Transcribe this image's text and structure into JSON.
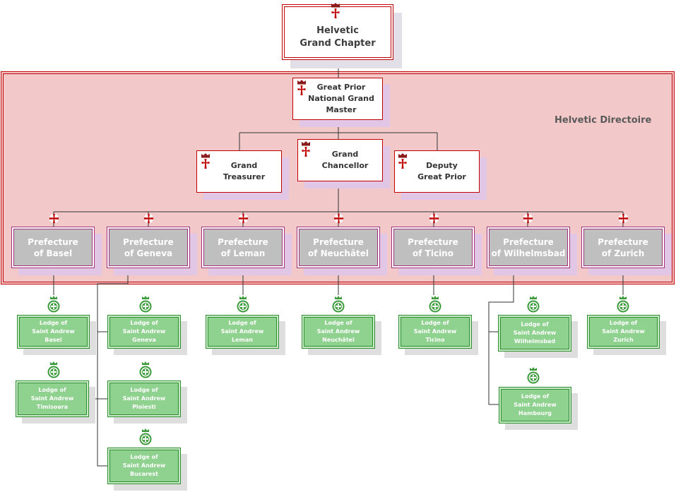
{
  "directoire": {
    "label": "Helvetic Directoire"
  },
  "chapter": {
    "line1": "Helvetic",
    "line2": "Grand Chapter"
  },
  "great_prior": {
    "line1": "Great Prior",
    "line2": "National Grand Master"
  },
  "officers": [
    {
      "line1": "Grand",
      "line2": "Treasurer"
    },
    {
      "line1": "Grand",
      "line2": "Chancellor"
    },
    {
      "line1": "Deputy",
      "line2": "Great Prior"
    }
  ],
  "prefectures": [
    {
      "line1": "Prefecture",
      "line2": "of Basel"
    },
    {
      "line1": "Prefecture",
      "line2": "of Geneva"
    },
    {
      "line1": "Prefecture",
      "line2": "of Leman"
    },
    {
      "line1": "Prefecture",
      "line2": "of Neuchâtel"
    },
    {
      "line1": "Prefecture",
      "line2": "of Ticino"
    },
    {
      "line1": "Prefecture",
      "line2": "of Wilhelmsbad"
    },
    {
      "line1": "Prefecture",
      "line2": "of Zurich"
    }
  ],
  "lodges": [
    {
      "l1": "Lodge of",
      "l2": "Saint Andrew",
      "l3": "Basel"
    },
    {
      "l1": "Lodge of",
      "l2": "Saint Andrew",
      "l3": "Timisoara"
    },
    {
      "l1": "Lodge of",
      "l2": "Saint Andrew",
      "l3": "Geneva"
    },
    {
      "l1": "Lodge of",
      "l2": "Saint Andrew",
      "l3": "Ploiesti"
    },
    {
      "l1": "Lodge of",
      "l2": "Saint Andrew",
      "l3": "Bucarest"
    },
    {
      "l1": "Lodge of",
      "l2": "Saint Andrew",
      "l3": "Leman"
    },
    {
      "l1": "Lodge of",
      "l2": "Saint Andrew",
      "l3": "Neuchâtel"
    },
    {
      "l1": "Lodge of",
      "l2": "Saint Andrew",
      "l3": "Ticino"
    },
    {
      "l1": "Lodge of",
      "l2": "Saint Andrew",
      "l3": "Wilhelmsbad"
    },
    {
      "l1": "Lodge of",
      "l2": "Saint Andrew",
      "l3": "Hambourg"
    },
    {
      "l1": "Lodge of",
      "l2": "Saint Andrew",
      "l3": "Zurich"
    }
  ],
  "colors": {
    "cross": "#c00000",
    "crown": "#8b1a1a",
    "lodge_emblem": "#3a9a3a",
    "line": "#333333"
  },
  "icons": {
    "officer": "crowned-cross-icon",
    "prefecture": "cross-icon",
    "lodge": "crowned-medallion-icon"
  }
}
